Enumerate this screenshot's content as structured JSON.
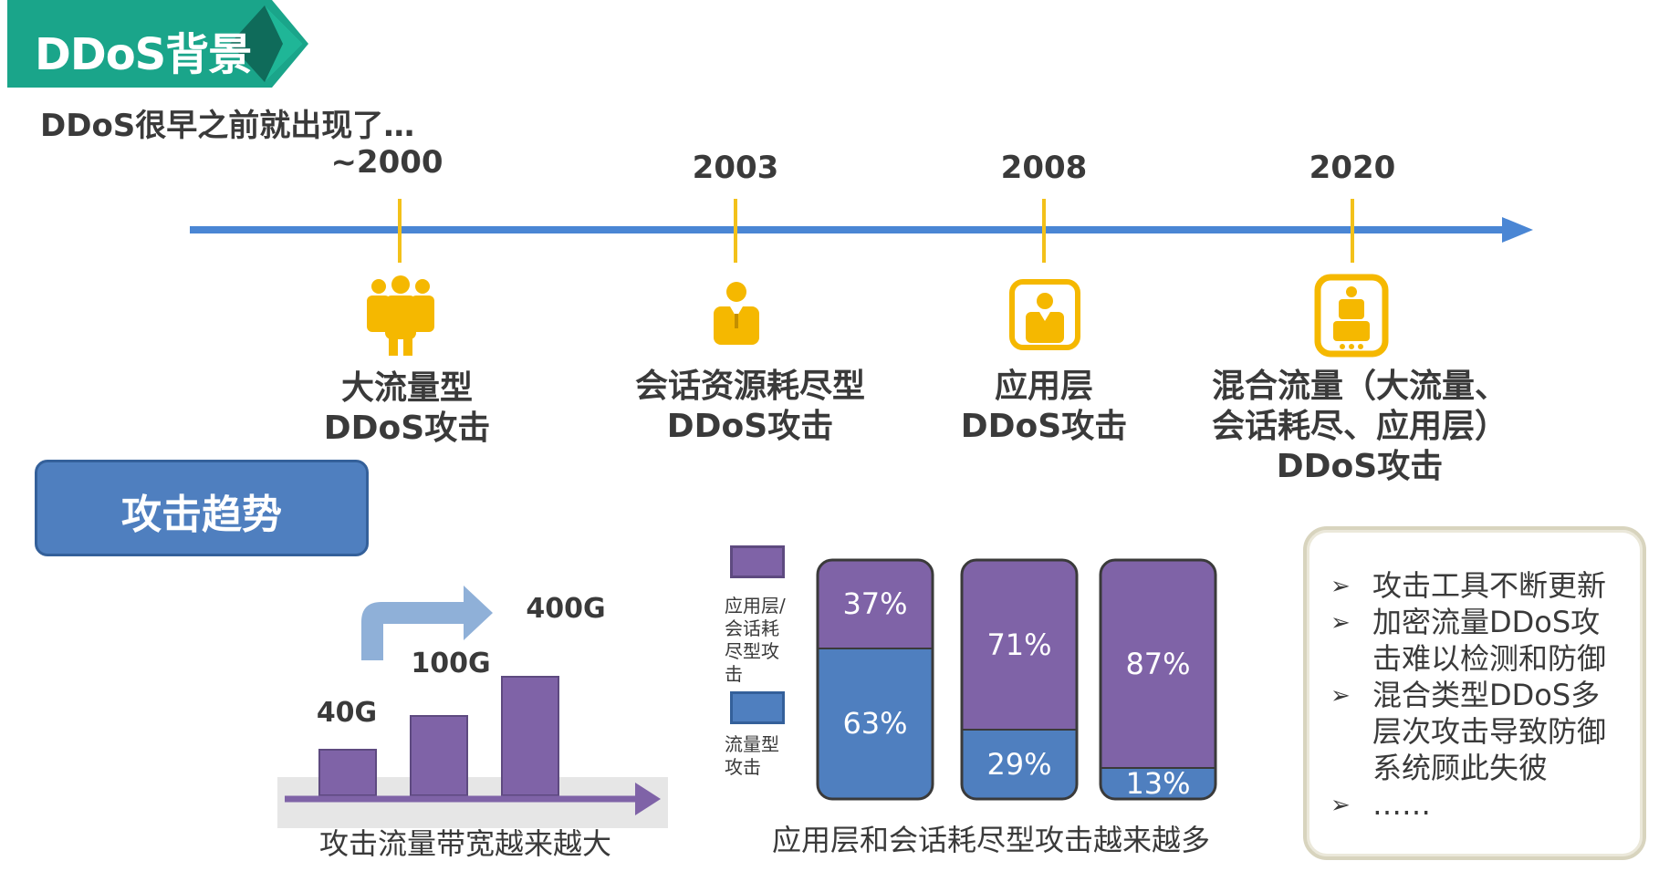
{
  "header": {
    "title": "DDoS背景",
    "teal": "#1aa58a",
    "dark_diamond": "#0f6b5a"
  },
  "subtitle": "DDoS很早之前就出现了…",
  "timeline": {
    "line_color": "#4a86d4",
    "tick_color": "#f3c11a",
    "events": [
      {
        "year": "~2000",
        "icon": "crowd-icon",
        "lines": [
          "大流量型",
          "DDoS攻击"
        ]
      },
      {
        "year": "2003",
        "icon": "person-icon",
        "lines": [
          "会话资源耗尽型",
          "DDoS攻击"
        ]
      },
      {
        "year": "2008",
        "icon": "person-in-frame-icon",
        "lines": [
          "应用层",
          "DDoS攻击"
        ]
      },
      {
        "year": "2020",
        "icon": "robot-in-frame-icon",
        "lines": [
          "混合流量（大流量、",
          "会话耗尽、应用层）",
          "DDoS攻击"
        ]
      }
    ]
  },
  "trend": {
    "title": "攻击趋势",
    "bandwidth": {
      "bars": [
        {
          "label": "40G",
          "value": 40
        },
        {
          "label": "100G",
          "value": 100
        },
        {
          "label": "400G",
          "value": 400
        }
      ],
      "caption": "攻击流量带宽越来越大",
      "bar_color": "#7f63a7"
    },
    "composition": {
      "legend": [
        {
          "label": "应用层/会话耗尽型攻击",
          "color": "#7f63a7"
        },
        {
          "label": "流量型攻击",
          "color": "#4f7fbf"
        }
      ],
      "stacks": [
        {
          "app": 37,
          "traffic": 63,
          "app_label": "37%",
          "traffic_label": "63%"
        },
        {
          "app": 71,
          "traffic": 29,
          "app_label": "71%",
          "traffic_label": "29%"
        },
        {
          "app": 87,
          "traffic": 13,
          "app_label": "87%",
          "traffic_label": "13%"
        }
      ],
      "caption": "应用层和会话耗尽型攻击越来越多"
    },
    "notes": [
      {
        "lines": [
          "攻击工具不断更新"
        ]
      },
      {
        "lines": [
          "加密流量DDoS攻",
          "击难以检测和防御"
        ]
      },
      {
        "lines": [
          "混合类型DDoS多",
          "层次攻击导致防御",
          "系统顾此失彼"
        ]
      },
      {
        "lines": [
          "……"
        ]
      }
    ]
  }
}
